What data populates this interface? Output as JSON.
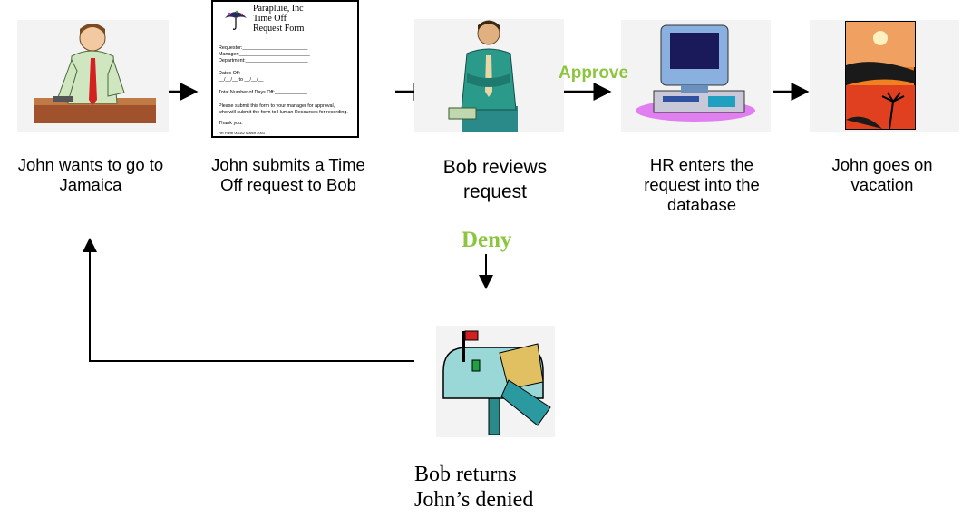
{
  "steps": [
    {
      "caption": "John wants to go to Jamaica",
      "icon": "man-at-desk"
    },
    {
      "caption": "John submits a Time Off request to Bob",
      "icon": "request-form"
    },
    {
      "caption": "Bob reviews request",
      "icon": "man-standing"
    },
    {
      "caption": "HR enters the request into the database",
      "icon": "computer"
    },
    {
      "caption": "John goes on vacation",
      "icon": "sunset-vacation"
    }
  ],
  "deny_step": {
    "caption_line1": "Bob returns",
    "caption_line2": "John’s denied",
    "icon": "mailbox"
  },
  "labels": {
    "approve": "Approve",
    "deny": "Deny"
  },
  "form": {
    "company": "Parapluie, Inc",
    "title1": "Time Off",
    "title2": "Request Form",
    "requestor": "Requestor:________________________",
    "manager": "Manager:__________________________",
    "department": "Department:_______________________",
    "dates_off": "Dates Off:",
    "dates_range": "__/__/__ to __/__/__",
    "total_days": "Total Number of Days Off:____________",
    "instr1": "Please submit this form to your manager for approval,",
    "instr2": "who will submit the form to Human Resources for recording.",
    "thanks": "Thank you.",
    "footer": "HR Form 001A2 March 2001"
  },
  "colors": {
    "label_green": "#8cc63f",
    "arrow": "#000000"
  }
}
